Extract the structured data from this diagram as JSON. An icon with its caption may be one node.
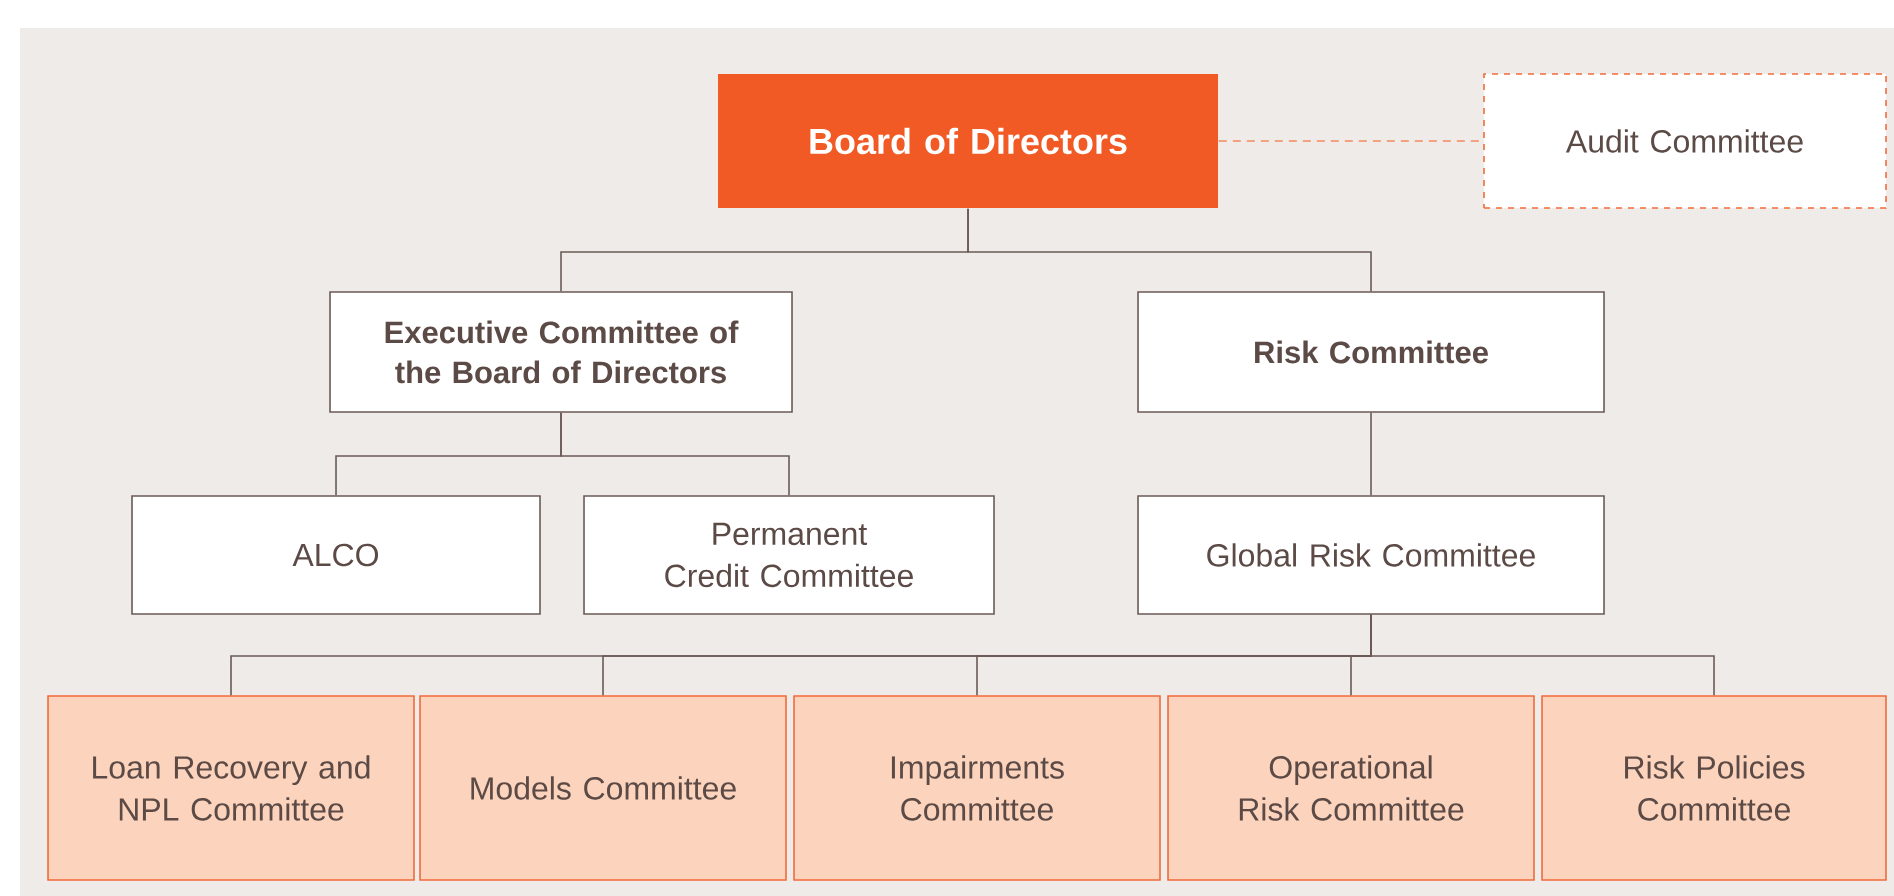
{
  "diagram": {
    "nodes": [
      {
        "text": [
          "Board of Directors"
        ]
      },
      {
        "text": [
          "Audit Committee"
        ]
      },
      {
        "text": [
          "Executive Committee of the Board of Directors"
        ]
      },
      {
        "text": [
          "Risk Committee"
        ]
      },
      {
        "text": [
          "ALCO"
        ]
      },
      {
        "text": [
          "Permanent Credit Committee"
        ]
      },
      {
        "text": [
          "Global Risk Committee"
        ]
      },
      {
        "text": [
          "Loan Recovery and NPL Committee"
        ]
      },
      {
        "text": [
          "Models Committee"
        ]
      },
      {
        "text": [
          "Impairments Committee"
        ]
      },
      {
        "text": [
          "Operational Risk Committee"
        ]
      },
      {
        "text": [
          "Risk Policies Committee"
        ]
      }
    ],
    "edges": [
      {
        "from": 0,
        "to": 1,
        "arrow": "none",
        "style": "dashed",
        "color": "#f4895f"
      },
      {
        "from": 0,
        "to": 2,
        "arrow": "none"
      },
      {
        "from": 0,
        "to": 3,
        "arrow": "none"
      },
      {
        "from": 2,
        "to": 4,
        "arrow": "none"
      },
      {
        "from": 2,
        "to": 5,
        "arrow": "none"
      },
      {
        "from": 3,
        "to": 6,
        "arrow": "none"
      },
      {
        "from": 6,
        "to": 7,
        "arrow": "none"
      },
      {
        "from": 6,
        "to": 8,
        "arrow": "none"
      },
      {
        "from": 6,
        "to": 9,
        "arrow": "none"
      },
      {
        "from": 6,
        "to": 10,
        "arrow": "none"
      },
      {
        "from": 6,
        "to": 11,
        "arrow": "none"
      }
    ]
  }
}
